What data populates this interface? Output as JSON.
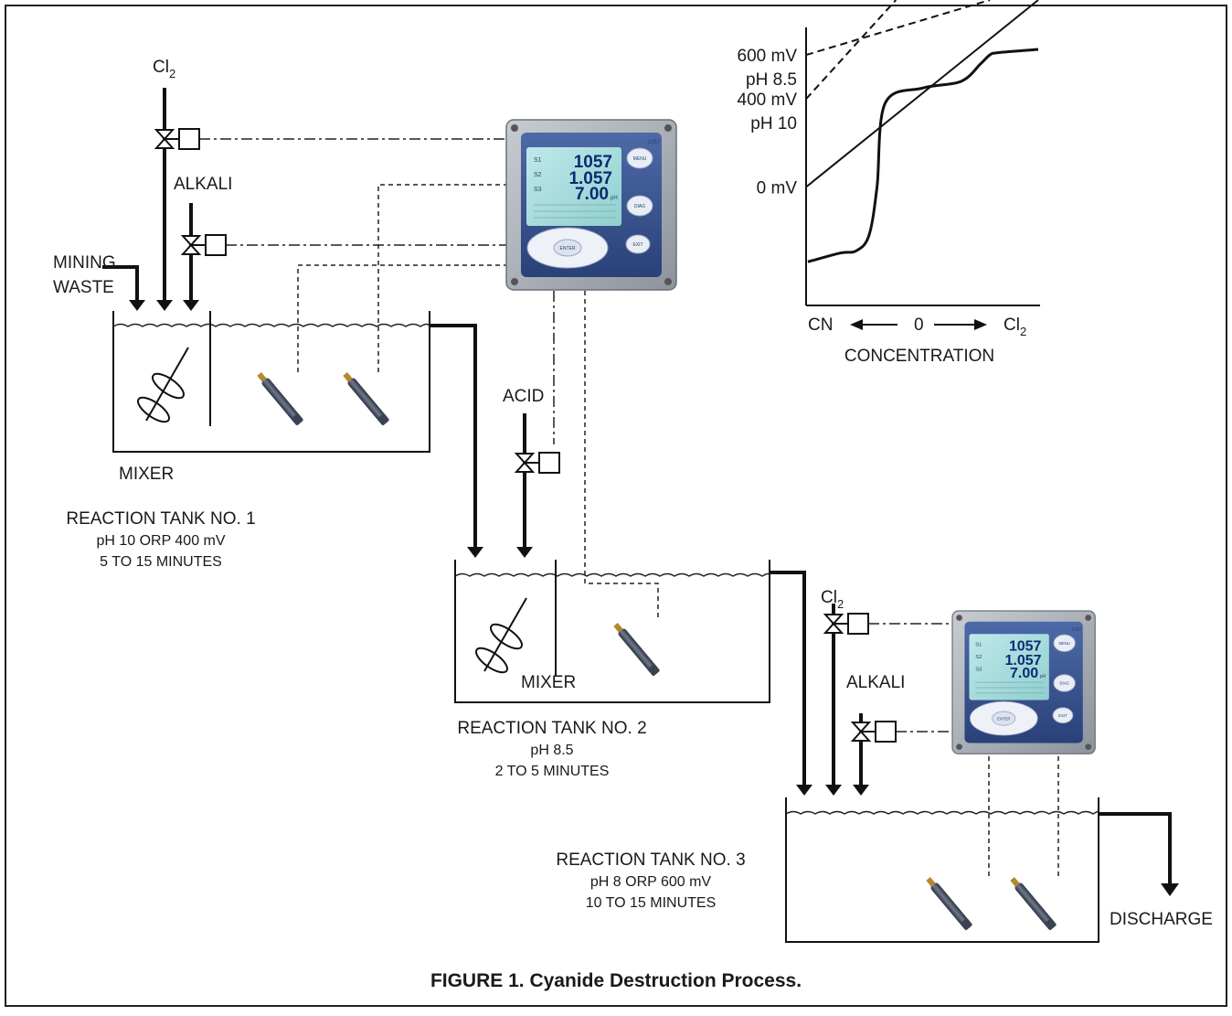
{
  "labels": {
    "cl2": "Cl",
    "cl2_sub": "2",
    "alkali": "ALKALI",
    "acid": "ACID",
    "mining_waste_1": "MINING",
    "mining_waste_2": "WASTE",
    "mixer": "MIXER",
    "discharge": "DISCHARGE"
  },
  "tanks": [
    {
      "title": "REACTION TANK NO. 1",
      "line1": "pH 10 ORP 400 mV",
      "line2": "5 TO 15 MINUTES"
    },
    {
      "title": "REACTION TANK NO. 2",
      "line1": "pH 8.5",
      "line2": "2 TO 5 MINUTES"
    },
    {
      "title": "REACTION TANK NO. 3",
      "line1": "pH 8   ORP 600 mV",
      "line2": "10 TO 15 MINUTES"
    }
  ],
  "analyzer": {
    "model": "1057",
    "reading1": "1057",
    "reading2": "1.057",
    "reading3": "7.00",
    "unit3": "pH",
    "row_labels": [
      "S1",
      "S2",
      "S3"
    ],
    "menu_button": "MENU",
    "diag_button": "DIAG",
    "enter_button": "ENTER",
    "exit_button": "EXIT"
  },
  "chart_data": {
    "type": "line",
    "title": "",
    "xlabel": "CONCENTRATION",
    "x_tick_left": "CN",
    "x_tick_mid": "0",
    "x_tick_right": "Cl",
    "x_tick_right_sub": "2",
    "ylabel": "",
    "y_ticks": [
      {
        "lines": [
          "600 mV",
          "pH 8.5"
        ],
        "value": 600
      },
      {
        "lines": [
          "400 mV",
          "pH 10"
        ],
        "value": 400
      },
      {
        "lines": [
          "0 mV"
        ],
        "value": 0
      }
    ],
    "x": [
      -1.0,
      -0.72,
      -0.58,
      -0.47,
      -0.4,
      -0.33,
      0.0,
      0.33,
      0.5,
      0.58,
      0.65,
      1.0
    ],
    "y": [
      -340,
      -300,
      -290,
      -220,
      0,
      380,
      450,
      480,
      560,
      600,
      610,
      625
    ],
    "xlim": [
      -1.0,
      1.0
    ],
    "ylim": [
      -480,
      700
    ],
    "grid": false
  },
  "caption": "FIGURE 1. Cyanide Destruction Process."
}
